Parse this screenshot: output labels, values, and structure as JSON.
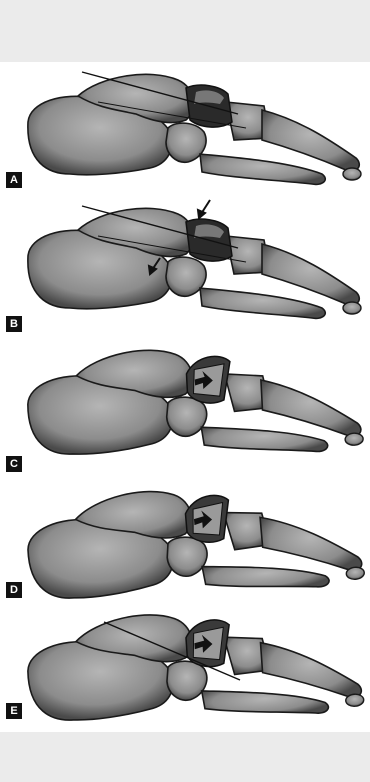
{
  "figure": {
    "background_band_color": "#ebebeb",
    "bone_fill": "#8c8c8c",
    "bone_dark": "#3a3a3a",
    "panels": [
      {
        "label": "A",
        "arrows": false,
        "rotation": 0,
        "implant": "dark"
      },
      {
        "label": "B",
        "arrows": true,
        "rotation": 0,
        "implant": "dark"
      },
      {
        "label": "C",
        "arrows": false,
        "rotation": -6,
        "implant": "wedge"
      },
      {
        "label": "D",
        "arrows": false,
        "rotation": -9,
        "implant": "wedge"
      },
      {
        "label": "E",
        "arrows": false,
        "rotation": -8,
        "implant": "wedge"
      }
    ]
  }
}
